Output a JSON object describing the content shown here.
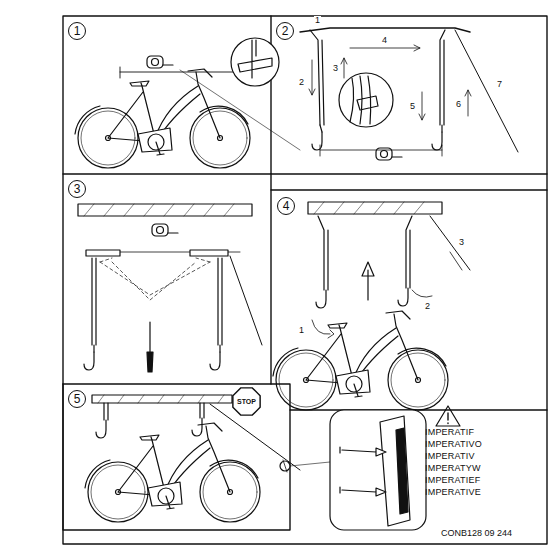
{
  "diagram": {
    "nodes": [
      {
        "text": [
          "1"
        ]
      },
      {
        "text": [
          "2"
        ]
      },
      {
        "text": [
          "3"
        ]
      },
      {
        "text": [
          "4"
        ]
      },
      {
        "text": [
          "5"
        ]
      },
      {
        "text": [
          "STOP"
        ]
      }
    ],
    "labels": [
      "1",
      "2",
      "3",
      "4",
      "5",
      "6",
      "7",
      "1",
      "2",
      "3",
      "IMPERATIF",
      "IMPERATIVO",
      "IMPERATIV",
      "IMPERATYW",
      "IMPERATIEF",
      "IMPERATIVE",
      "CONB128 09 244"
    ]
  }
}
